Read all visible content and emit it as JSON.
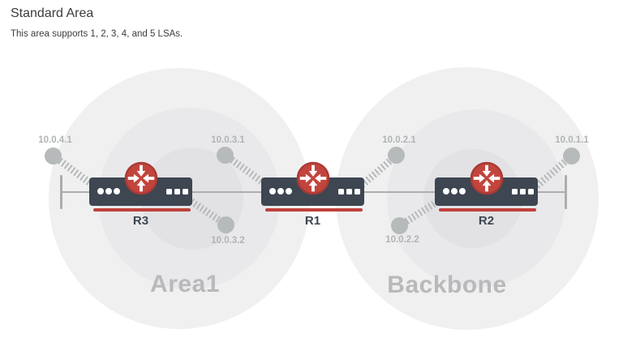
{
  "header": {
    "title": "Standard Area",
    "subtitle": "This area supports 1, 2, 3, 4, and 5 LSAs."
  },
  "diagram": {
    "areas": [
      {
        "label": "Area1"
      },
      {
        "label": "Backbone"
      }
    ],
    "routers": [
      {
        "label": "R3"
      },
      {
        "label": "R1"
      },
      {
        "label": "R2"
      }
    ],
    "endpoints": [
      {
        "ip": "10.0.4.1"
      },
      {
        "ip": "10.0.3.1"
      },
      {
        "ip": "10.0.3.2"
      },
      {
        "ip": "10.0.2.1"
      },
      {
        "ip": "10.0.2.2"
      },
      {
        "ip": "10.0.1.1"
      }
    ],
    "icons": {
      "router_icon": "four-inward-arrows-in-red-circle",
      "endpoint_icon": "gray-node-dot"
    },
    "colors": {
      "router_body": "#3d4651",
      "router_red": "#c2453d",
      "router_red_border": "#a93a34",
      "accent_underline": "#c0413b",
      "link_gray": "#acadad",
      "muted_label": "#b1b4b5",
      "area_fill_outer": "#f0f0f1",
      "area_fill_mid": "#e9e9eb",
      "area_fill_inner": "#e2e2e5"
    }
  }
}
